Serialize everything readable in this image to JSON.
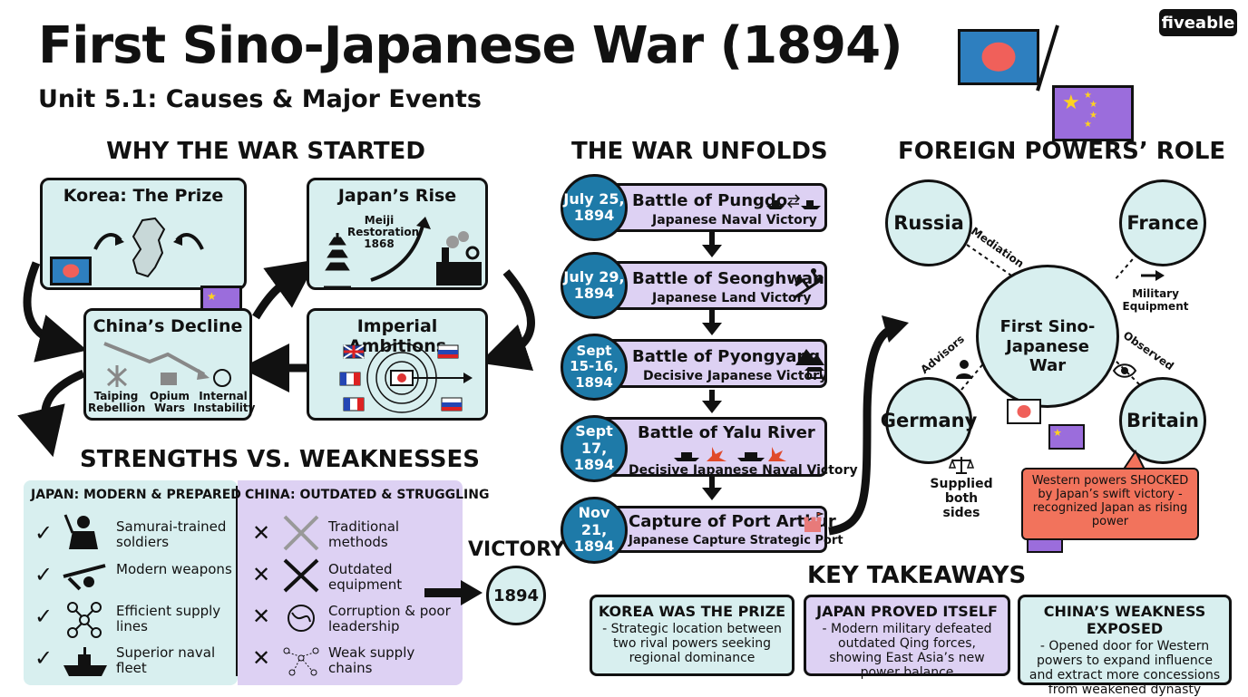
{
  "header": {
    "title": "First Sino-Japanese War (1894)",
    "subtitle": "Unit 5.1: Causes & Major Events",
    "logo": "fiveable"
  },
  "why": {
    "heading": "WHY THE WAR STARTED",
    "korea": {
      "title": "Korea: The Prize"
    },
    "japan_rise": {
      "title": "Japan’s Rise",
      "label_line1": "Meiji",
      "label_line2": "Restoration",
      "label_line3": "1868"
    },
    "china_decline": {
      "title": "China’s Decline",
      "items": [
        "Taiping Rebellion",
        "Opium Wars",
        "Internal Instability"
      ]
    },
    "imperial": {
      "title": "Imperial Ambitions"
    }
  },
  "sw": {
    "heading": "STRENGTHS VS. WEAKNESSES",
    "japan": {
      "header": "JAPAN: MODERN & PREPARED",
      "items": [
        "Samurai-trained soldiers",
        "Modern weapons",
        "Efficient supply lines",
        "Superior naval fleet"
      ]
    },
    "china": {
      "header": "CHINA: OUTDATED & STRUGGLING",
      "items": [
        "Traditional methods",
        "Outdated equipment",
        "Corruption & poor leadership",
        "Weak supply chains"
      ]
    },
    "victory_label": "VICTORY",
    "victory_year": "1894",
    "check": "✓",
    "cross": "✕"
  },
  "war": {
    "heading": "THE WAR UNFOLDS",
    "events": [
      {
        "date": "July 25, 1894",
        "name": "Battle of Pungdo",
        "result": "Japanese Naval Victory"
      },
      {
        "date": "July 29, 1894",
        "name": "Battle of Seonghwan",
        "result": "Japanese Land Victory"
      },
      {
        "date": "Sept 15-16, 1894",
        "name": "Battle of Pyongyang",
        "result": "Decisive Japanese Victory"
      },
      {
        "date": "Sept 17, 1894",
        "name": "Battle of Yalu River",
        "result": "Decisive Japanese Naval Victory"
      },
      {
        "date": "Nov 21, 1894",
        "name": "Capture of Port Arthur",
        "result": "Japanese Capture Strategic Port"
      }
    ]
  },
  "foreign": {
    "heading": "FOREIGN POWERS’ ROLE",
    "center": "First Sino-Japanese War",
    "powers": [
      "Russia",
      "France",
      "Germany",
      "Britain"
    ],
    "labels": {
      "mediation": "Mediation",
      "military": "Military Equipment",
      "advisors": "Advisors",
      "observed": "Observed",
      "supplied": "Supplied both sides"
    },
    "callout": "Western powers SHOCKED by Japan’s swift victory - recognized Japan as rising power"
  },
  "takeaways": {
    "heading": "KEY TAKEAWAYS",
    "cards": [
      {
        "title": "KOREA WAS THE PRIZE",
        "body": "- Strategic location between two rival powers seeking regional dominance"
      },
      {
        "title": "JAPAN PROVED ITSELF",
        "body": "- Modern military defeated outdated Qing forces, showing East Asia’s new power balance"
      },
      {
        "title": "CHINA’S WEAKNESS EXPOSED",
        "body": "- Opened door for Western powers to expand influence and extract more concessions from weakened dynasty"
      }
    ]
  },
  "colors": {
    "teal_box": "#d8efef",
    "lavender": "#ddd1f3",
    "date_blue": "#1e7aa8",
    "callout": "#f2735c",
    "japan_flag_blue": "#2e7fbf",
    "china_flag_purple": "#9b6ddc"
  }
}
